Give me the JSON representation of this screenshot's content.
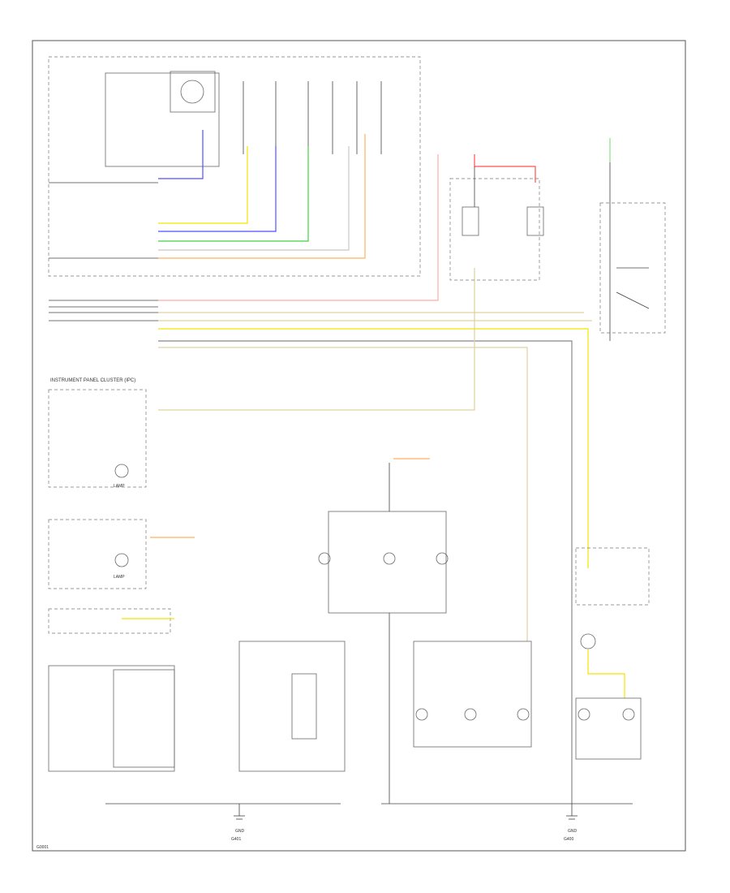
{
  "colors": {
    "yellow": "#f2e400",
    "blue": "#4f4fff",
    "green": "#41d141",
    "white": "#c8c8c8",
    "orange": "#ffb060",
    "red": "#ff5050",
    "pink": "#ffaaaa",
    "tan": "#e0d0a0",
    "gray": "#888888",
    "light_green": "#88dd88"
  },
  "labels": {
    "cluster_header": "INSTRUMENT PANEL CLUSTER (IPC)",
    "gnd_left": "GND",
    "gnd_right": "GND",
    "page_ref": "G0001",
    "ground_left": "G401",
    "ground_right": "G400",
    "lamp_left": "LAMP",
    "lamp_right": "LAMP"
  }
}
